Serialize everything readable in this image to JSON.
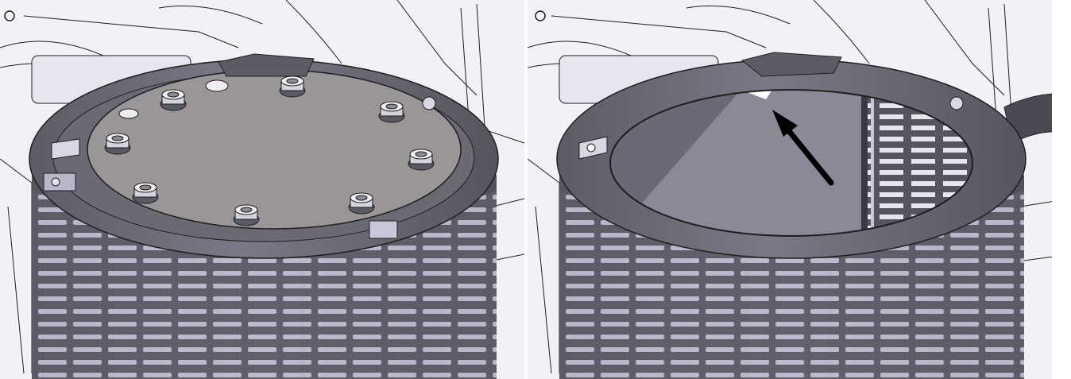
{
  "figure": {
    "panels": [
      {
        "id": "left",
        "content": "basket-with-cover-plate",
        "nut_count": 8
      },
      {
        "id": "right",
        "content": "basket-open-with-arrow"
      }
    ]
  },
  "colors": {
    "background": "#f2f2f6",
    "body_gray": "#6e6e78",
    "body_dark": "#4a4a52",
    "plate": "#9a9698",
    "interior": "#8c8898",
    "highlight": "#c4c4d6",
    "line": "#1e1e1e",
    "arrow": "#000000"
  }
}
